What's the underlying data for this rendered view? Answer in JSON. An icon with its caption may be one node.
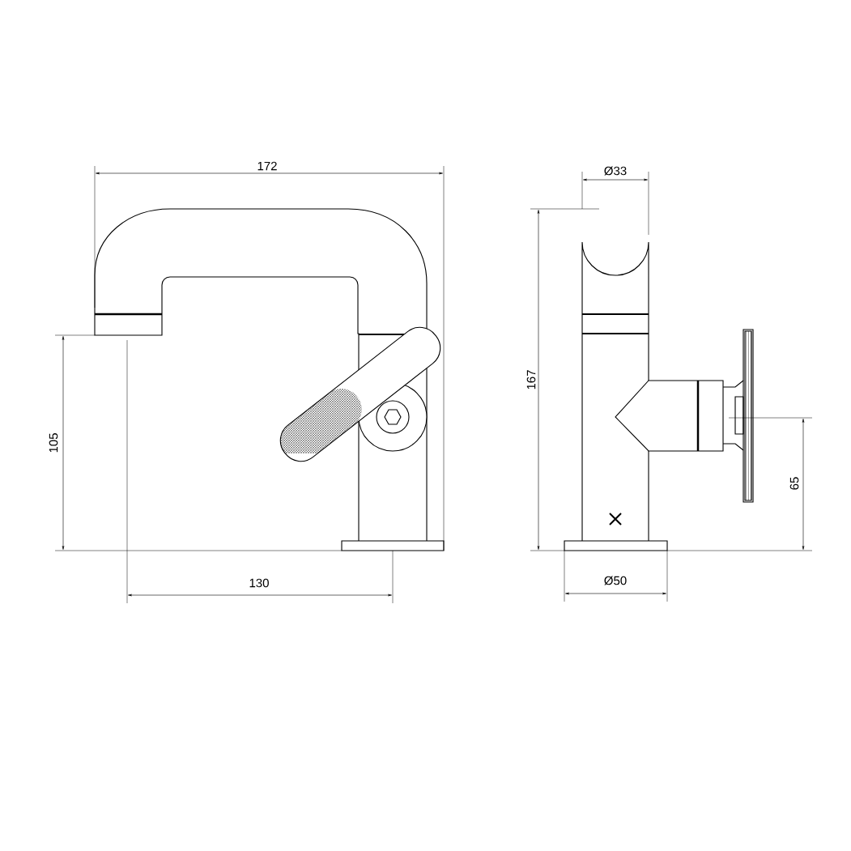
{
  "diagram": {
    "labels": [
      "172",
      "Ø33",
      "167",
      "105",
      "65",
      "130",
      "Ø50"
    ]
  }
}
